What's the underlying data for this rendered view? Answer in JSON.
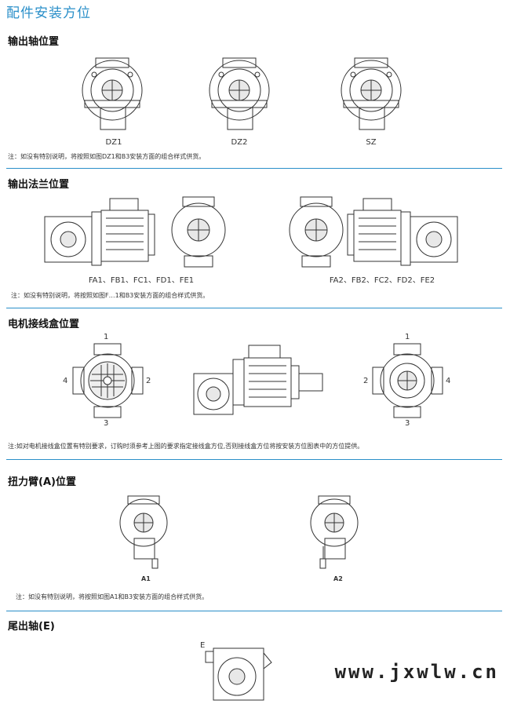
{
  "page_title": "配件安装方位",
  "sections": {
    "output_shaft": {
      "title": "输出轴位置",
      "labels": [
        "DZ1",
        "DZ2",
        "SZ"
      ],
      "note": "注：如没有特别说明，将按照如图DZ1和B3安装方面的组合样式供货。"
    },
    "output_flange": {
      "title": "输出法兰位置",
      "label_left": "FA1、FB1、FC1、FD1、FE1",
      "label_right": "FA2、FB2、FC2、FD2、FE2",
      "note": "注：如没有特别说明，将按照如图F…1和B3安装方面的组合样式供货。"
    },
    "terminal_box": {
      "title": "电机接线盒位置",
      "positions_left": {
        "top": "1",
        "right": "2",
        "bottom": "3",
        "left": "4"
      },
      "positions_right": {
        "top": "1",
        "left": "2",
        "bottom": "3",
        "right": "4"
      },
      "note": "注:如对电机接线盒位置有特别要求，订购时须参考上图的要求指定接线盒方位,否则接线盒方位将按安装方位图表中的方位提供。"
    },
    "torque_arm": {
      "title": "扭力臂(A)位置",
      "labels": [
        "A1",
        "A2"
      ],
      "note": "注：如没有特别说明，将按照如图A1和B3安装方面的组合样式供货。"
    },
    "tail_shaft": {
      "title": "尾出轴(E)",
      "label": "E"
    }
  },
  "watermark": "www.jxwlw.cn"
}
